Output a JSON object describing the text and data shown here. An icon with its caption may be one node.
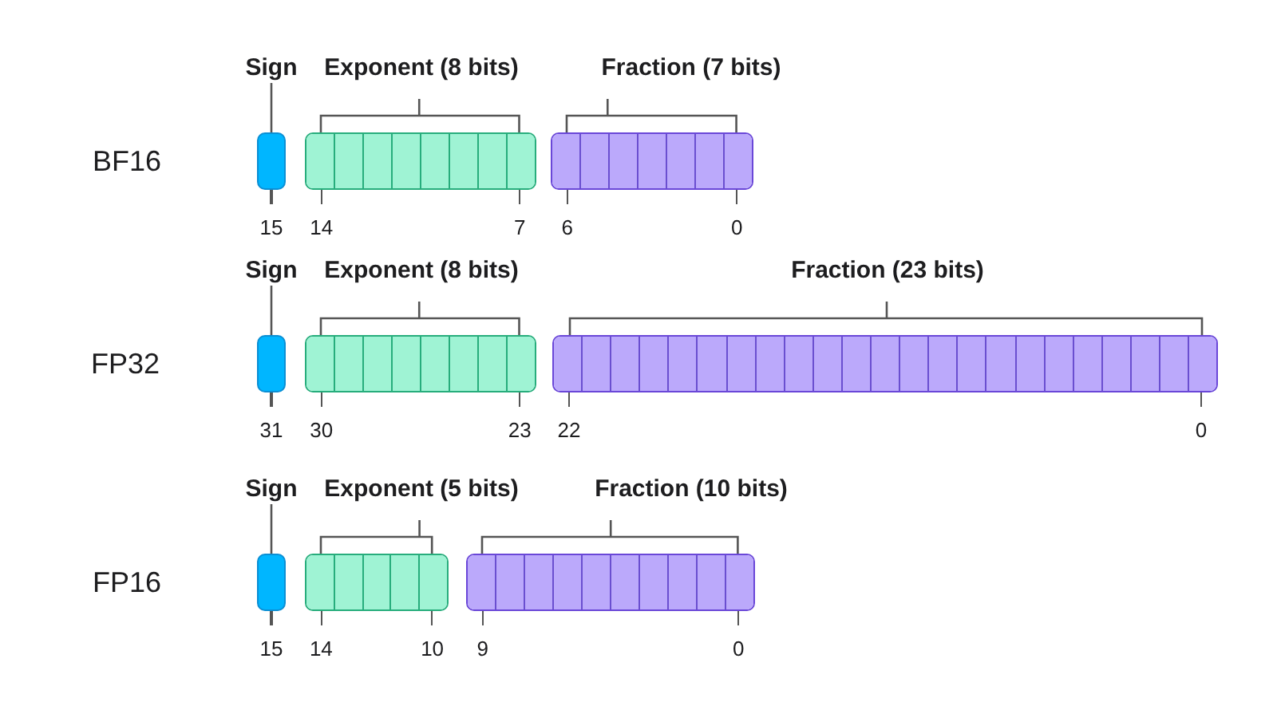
{
  "diagram": {
    "nodes": [
      {
        "text": [
          "Sign"
        ]
      },
      {
        "text": [],
        "shape": "box",
        "beside": [
          "15"
        ]
      },
      {
        "text": [
          "Exponent (8 bits)"
        ],
        "beside": [
          "14",
          "7"
        ]
      },
      {
        "text": [
          "Fraction (7 bits)"
        ],
        "beside": [
          "6",
          "0"
        ]
      },
      {
        "text": [
          "Sign"
        ]
      },
      {
        "text": [],
        "shape": "box",
        "beside": [
          "31"
        ]
      },
      {
        "text": [
          "Exponent (8 bits)"
        ],
        "beside": [
          "30",
          "23"
        ]
      },
      {
        "text": [
          "Fraction (23 bits)"
        ],
        "beside": [
          "22",
          "0"
        ]
      },
      {
        "text": [
          "Sign"
        ]
      },
      {
        "text": [],
        "shape": "box",
        "beside": [
          "15"
        ]
      },
      {
        "text": [
          "Exponent (5 bits)"
        ],
        "beside": [
          "14",
          "10"
        ]
      },
      {
        "text": [
          "Fraction (10 bits)"
        ],
        "beside": [
          "9",
          "0"
        ]
      }
    ],
    "edges": [
      {
        "from": 0,
        "to": 1,
        "arrow": "none"
      },
      {
        "from": 4,
        "to": 5,
        "arrow": "none"
      },
      {
        "from": 8,
        "to": 9,
        "arrow": "none"
      }
    ],
    "labels": [
      "BF16",
      "FP32",
      "FP16"
    ]
  }
}
